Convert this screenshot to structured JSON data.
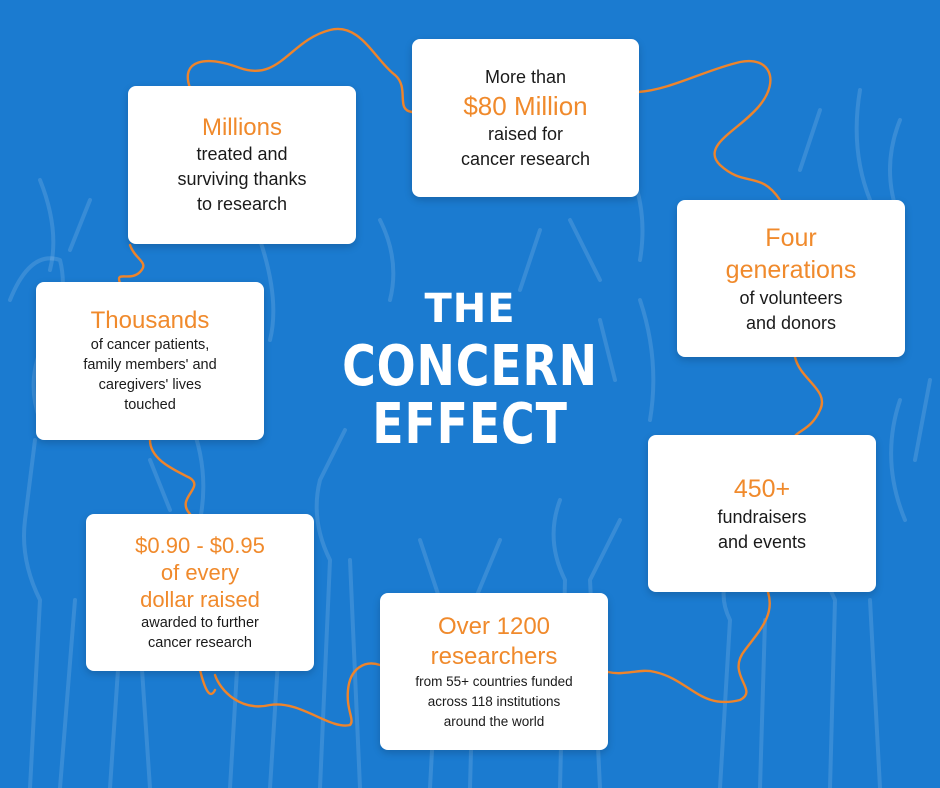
{
  "title": {
    "line1": "THE",
    "line2": "CONCERN",
    "line3": "EFFECT"
  },
  "cards": {
    "millions": {
      "headline": "Millions",
      "body": [
        "treated and",
        "surviving thanks",
        "to research"
      ]
    },
    "raised": {
      "pre": "More than",
      "headline": "$80 Million",
      "body": [
        "raised for",
        "cancer research"
      ]
    },
    "generations": {
      "headline": [
        "Four",
        "generations"
      ],
      "body": [
        "of volunteers",
        "and donors"
      ]
    },
    "thousands": {
      "headline": "Thousands",
      "body": [
        "of cancer patients,",
        "family members' and",
        "caregivers' lives",
        "touched"
      ]
    },
    "fundraisers": {
      "headline": "450+",
      "body": [
        "fundraisers",
        "and events"
      ]
    },
    "dollar": {
      "headline": [
        "$0.90 - $0.95",
        "of every",
        "dollar raised"
      ],
      "body": [
        "awarded to further",
        "cancer research"
      ]
    },
    "researchers": {
      "headline": [
        "Over 1200",
        "researchers"
      ],
      "body": [
        "from 55+ countries funded",
        "across 118 institutions",
        "around the world"
      ]
    }
  },
  "colors": {
    "background": "#1b7bd0",
    "accent": "#f08a2c",
    "card": "#ffffff",
    "text": "#1a1a1a"
  }
}
